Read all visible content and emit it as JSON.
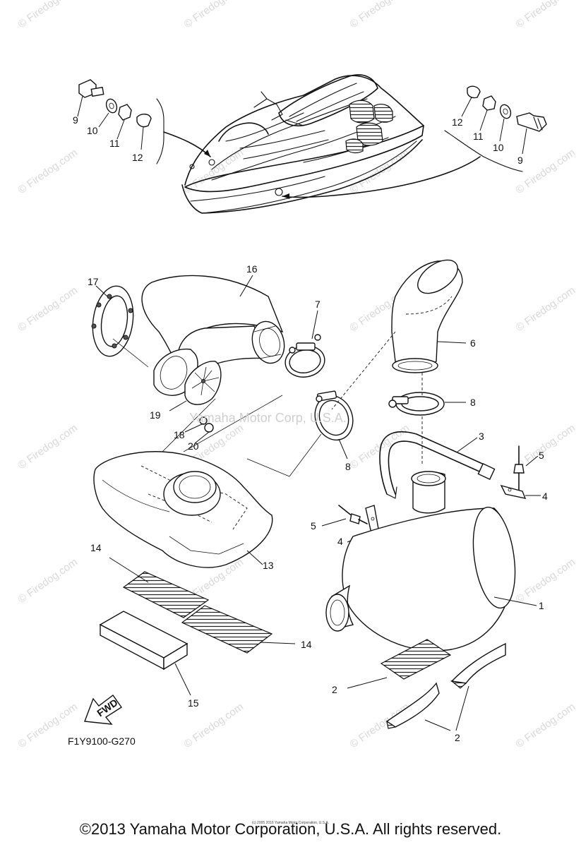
{
  "watermark": "© Firedog.com",
  "center_watermark": "Yamaha Motor Corp, U.S.A.",
  "fwd_label": "FWD",
  "diagram_code": "F1Y9100-G270",
  "small_copyright": "(c) 2005 2016 Yamaha Motor Corporation, U.S.A.",
  "copyright": "©2013 Yamaha Motor Corporation, U.S.A. All rights reserved.",
  "callouts": {
    "top_left": [
      "9",
      "10",
      "11",
      "12"
    ],
    "top_right": [
      "12",
      "11",
      "10",
      "9"
    ],
    "parts": {
      "p16": "16",
      "p17": "17",
      "p7": "7",
      "p6": "6",
      "p8a": "8",
      "p8b": "8",
      "p3": "3",
      "p5a": "5",
      "p4a": "4",
      "p19": "19",
      "p18": "18",
      "p20": "20",
      "p5b": "5",
      "p4b": "4",
      "p13": "13",
      "p14a": "14",
      "p1": "1",
      "p14b": "14",
      "p2a": "2",
      "p15": "15",
      "p2b": "2"
    }
  }
}
